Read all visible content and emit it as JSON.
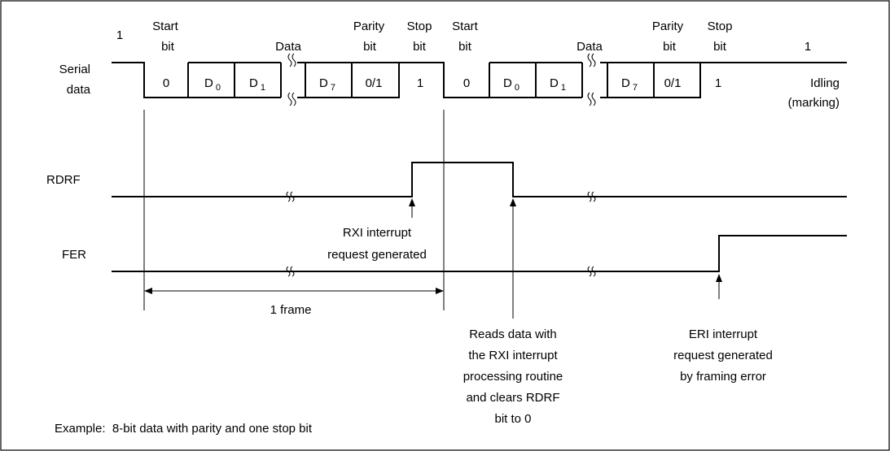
{
  "title": "",
  "signals": {
    "serial_label_line1": "Serial",
    "serial_label_line2": "data",
    "rdrf": "RDRF",
    "fer": "FER"
  },
  "frame1": {
    "idle_one": "1",
    "start_line1": "Start",
    "start_line2": "bit",
    "data": "Data",
    "parity_line1": "Parity",
    "parity_line2": "bit",
    "stop_line1": "Stop",
    "stop_line2": "bit",
    "cells": {
      "start": "0",
      "d0": "D",
      "d0_sub": "0",
      "d1": "D",
      "d1_sub": "1",
      "d7": "D",
      "d7_sub": "7",
      "parity": "0/1",
      "stop": "1"
    }
  },
  "frame2": {
    "start_line1": "Start",
    "start_line2": "bit",
    "data": "Data",
    "parity_line1": "Parity",
    "parity_line2": "bit",
    "stop_line1": "Stop",
    "stop_line2": "bit",
    "idle_one": "1",
    "idling_line1": "Idling",
    "idling_line2": "(marking)",
    "cells": {
      "start": "0",
      "d0": "D",
      "d0_sub": "0",
      "d1": "D",
      "d1_sub": "1",
      "d7": "D",
      "d7_sub": "7",
      "parity": "0/1",
      "stop": "1"
    }
  },
  "annotations": {
    "rxi_line1": "RXI interrupt",
    "rxi_line2": "request generated",
    "frame": "1 frame",
    "reads_lines": [
      "Reads data with",
      "the RXI interrupt",
      "processing routine",
      "and clears RDRF",
      "bit to 0"
    ],
    "eri_lines": [
      "ERI interrupt",
      "request generated",
      "by framing error"
    ]
  },
  "example": "Example:  8-bit data with parity and one stop bit",
  "colors": {
    "line": "#000000",
    "background": "#ffffff"
  }
}
